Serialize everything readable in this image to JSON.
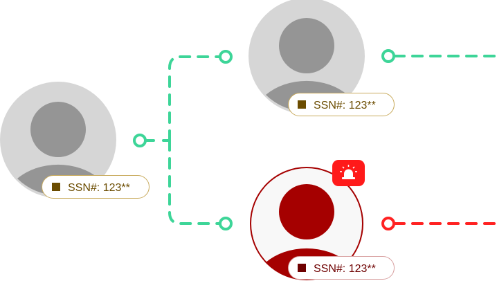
{
  "colors": {
    "link_ok": "#3dd598",
    "link_alert": "#ff2222",
    "avatar_bg": "#d6d6d6",
    "avatar_fg": "#959595",
    "alert_fg": "#a50000",
    "label_gold": "#6b4c00",
    "label_red": "#6e0000"
  },
  "nodes": [
    {
      "id": "source",
      "label": "SSN#: 123**",
      "status": "normal"
    },
    {
      "id": "top",
      "label": "SSN#: 123**",
      "status": "normal"
    },
    {
      "id": "bottom",
      "label": "SSN#: 123**",
      "status": "alert",
      "badge_icon": "siren-icon"
    }
  ]
}
